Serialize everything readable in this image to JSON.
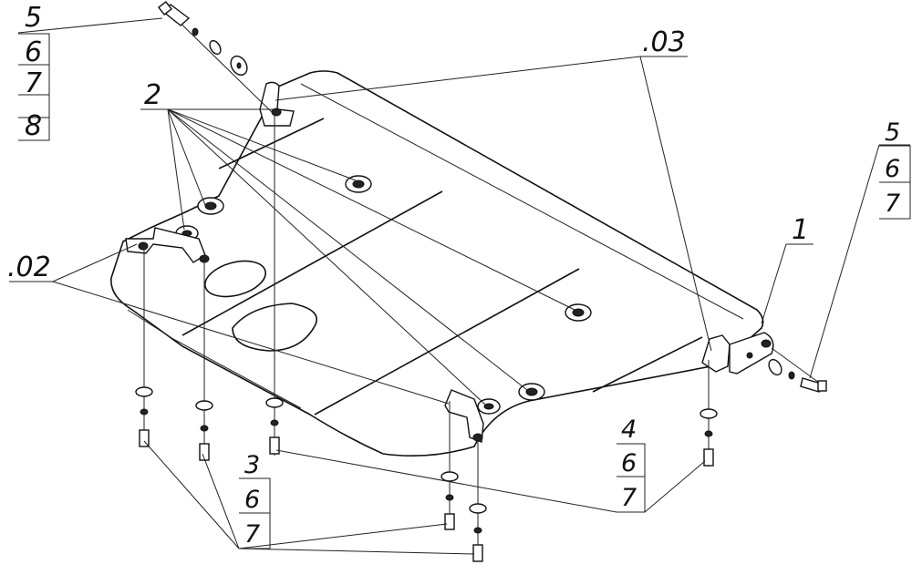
{
  "callouts": {
    "top_left": {
      "item1": "5",
      "item2": "6",
      "item3": "7",
      "item4": "8"
    },
    "top_right": {
      "item1": "5",
      "item2": "6",
      "item3": "7"
    },
    "bottom_right": {
      "item1": "4",
      "item2": "6",
      "item3": "7"
    },
    "bottom_center": {
      "item1": "3",
      "item2": "6",
      "item3": "7"
    },
    "label_2": "2",
    "label_1": "1",
    "label_02": ".02",
    "label_03": ".03"
  }
}
